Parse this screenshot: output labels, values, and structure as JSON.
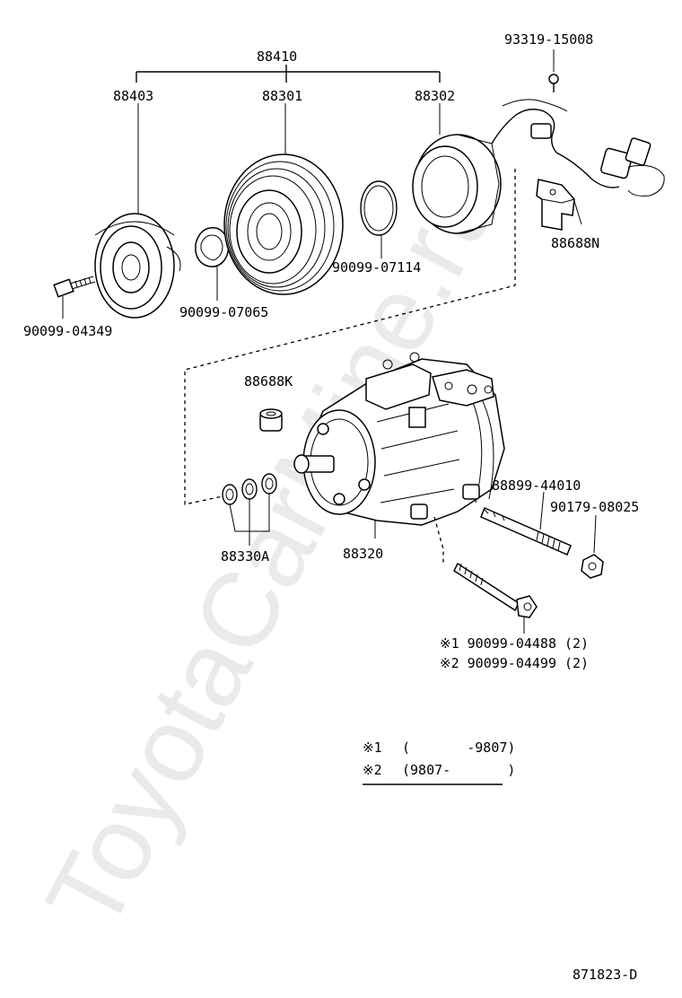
{
  "watermark": "ToyotaCarMine.ru",
  "labels": {
    "p88410": "88410",
    "p88403": "88403",
    "p88301": "88301",
    "p88302": "88302",
    "p93319": "93319-15008",
    "p88688N": "88688N",
    "p90099_07114": "90099-07114",
    "p90099_07065": "90099-07065",
    "p90099_04349": "90099-04349",
    "p88688K": "88688K",
    "p88330A": "88330A",
    "p88320": "88320",
    "p88899": "88899-44010",
    "p90179": "90179-08025",
    "p90099_04488": "※1 90099-04488 (2)",
    "p90099_04499": "※2 90099-04499 (2)"
  },
  "legend": {
    "row1_mark": "※1",
    "row1_text": "(       -9807)",
    "row2_mark": "※2",
    "row2_text": "(9807-       )"
  },
  "diagram_id": "871823-D"
}
